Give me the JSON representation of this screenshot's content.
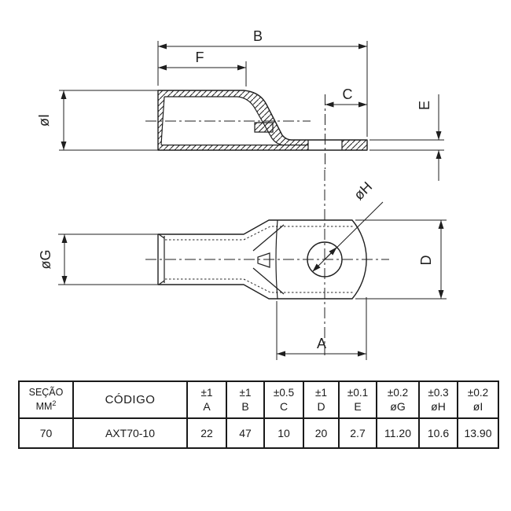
{
  "drawing": {
    "side_view": {
      "labels": {
        "b": "B",
        "f": "F",
        "c": "C",
        "e": "E",
        "oi": "øI"
      }
    },
    "plan_view": {
      "labels": {
        "og": "øG",
        "oh": "øH",
        "d": "D",
        "a": "A"
      }
    }
  },
  "table": {
    "header": {
      "section_line1": "SEÇÃO",
      "section_line2": "MM",
      "section_sup": "2",
      "codigo": "CÓDIGO",
      "dims": [
        {
          "tol": "±1",
          "name": "A"
        },
        {
          "tol": "±1",
          "name": "B"
        },
        {
          "tol": "±0.5",
          "name": "C"
        },
        {
          "tol": "±1",
          "name": "D"
        },
        {
          "tol": "±0.1",
          "name": "E"
        },
        {
          "tol": "±0.2",
          "name": "øG"
        },
        {
          "tol": "±0.3",
          "name": "øH"
        },
        {
          "tol": "±0.2",
          "name": "øI"
        }
      ]
    },
    "row": {
      "section": "70",
      "codigo": "AXT70-10",
      "values": [
        "22",
        "47",
        "10",
        "20",
        "2.7",
        "11.20",
        "10.6",
        "13.90"
      ]
    }
  },
  "colors": {
    "line": "#1f1f1f",
    "text": "#1a1a1a",
    "background": "#ffffff"
  }
}
